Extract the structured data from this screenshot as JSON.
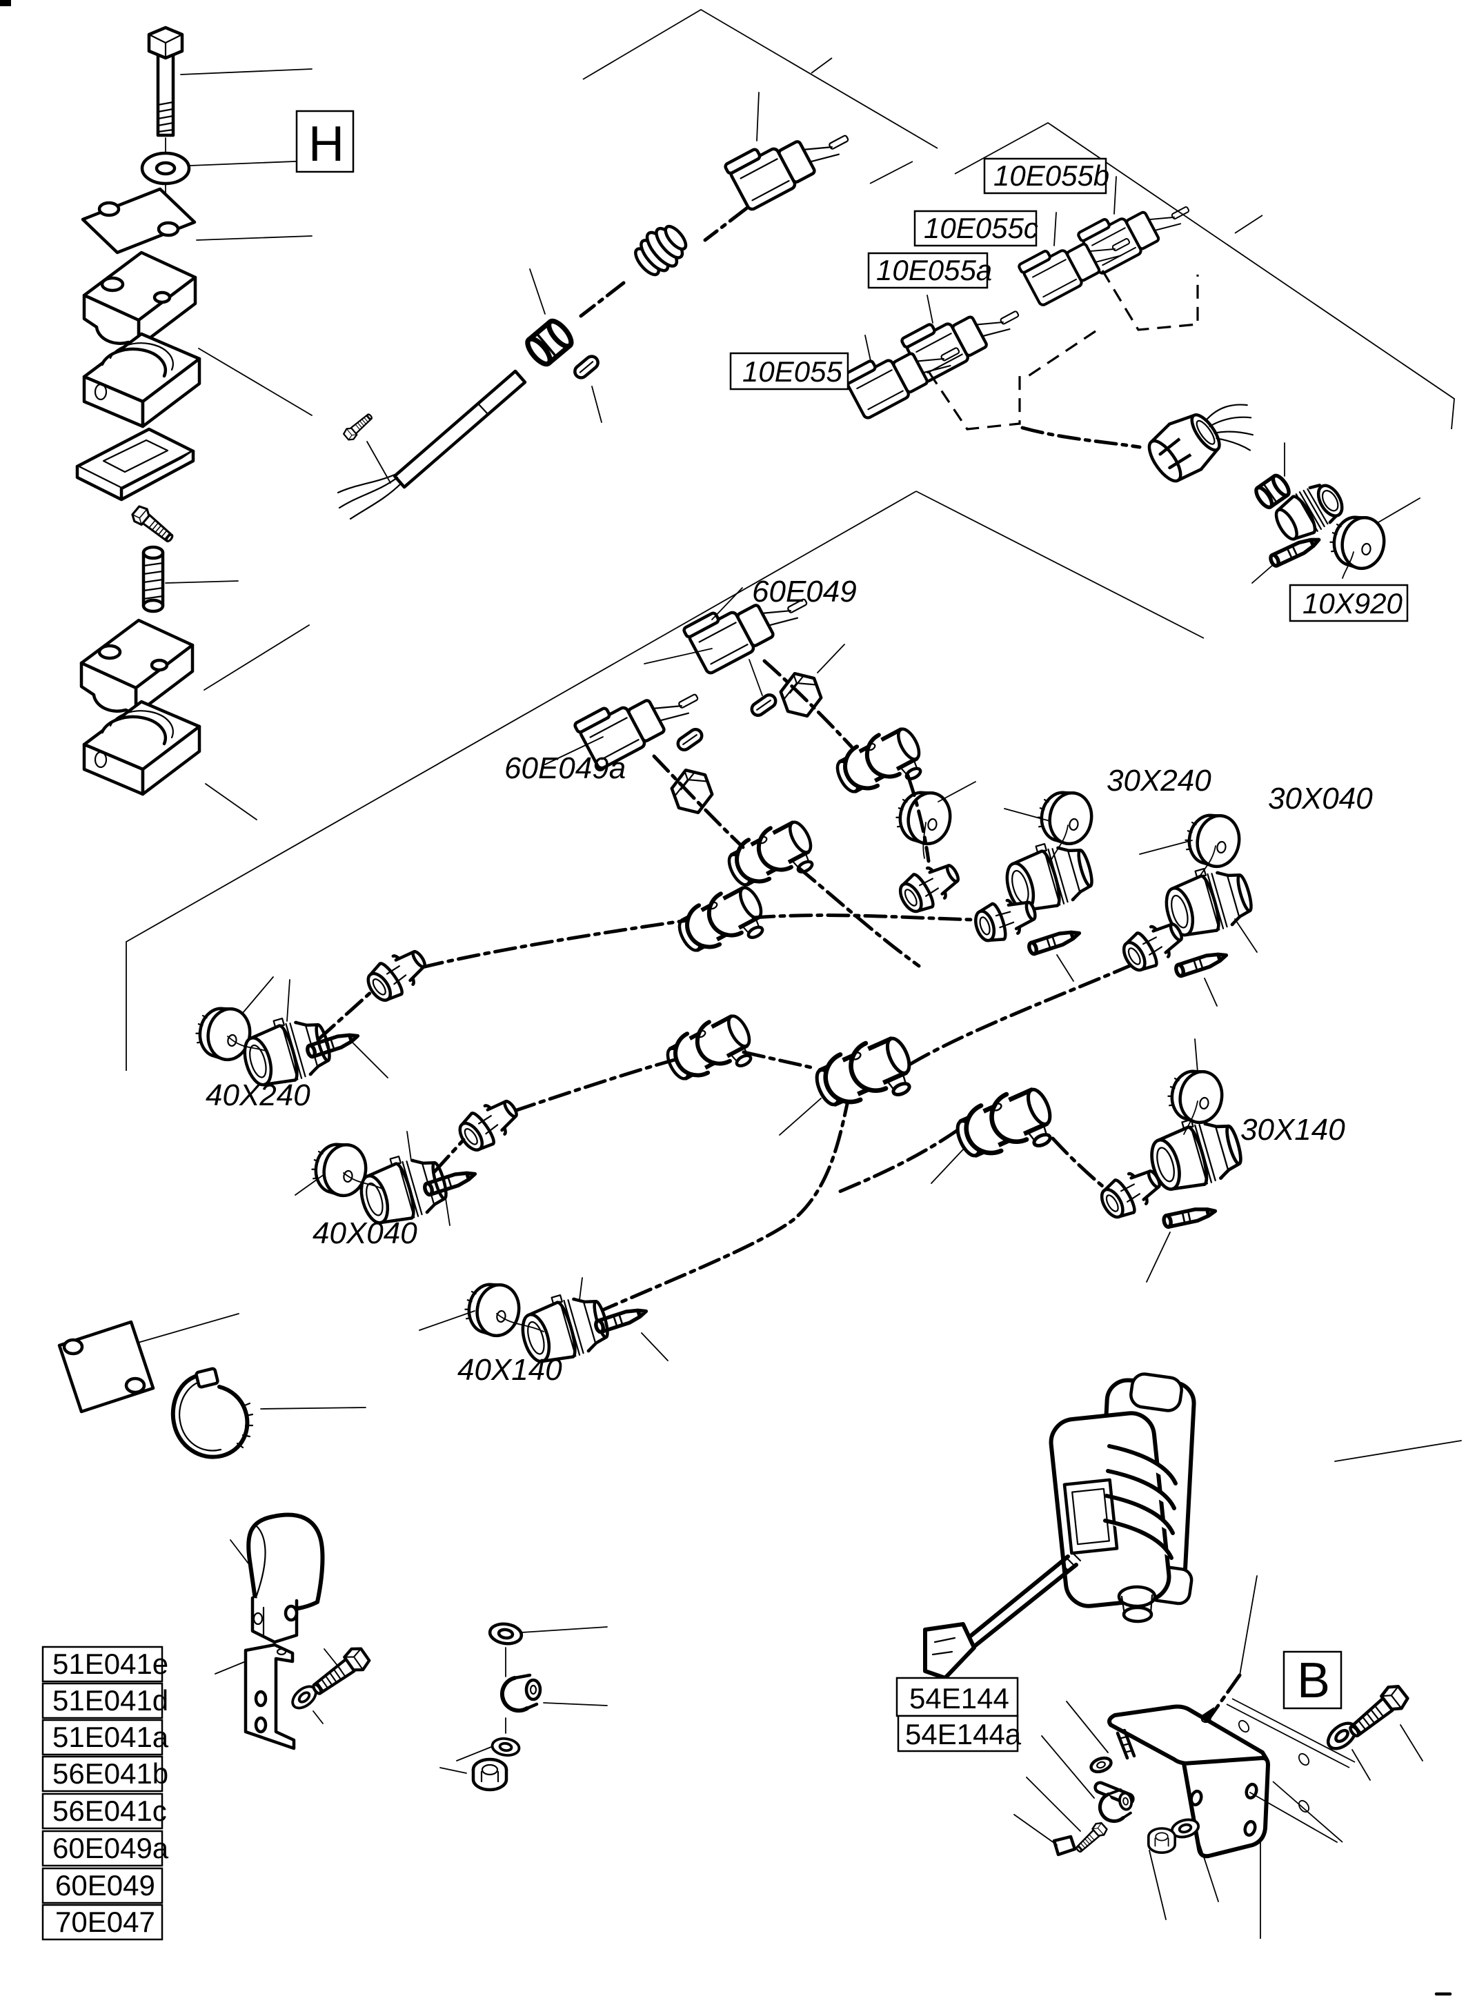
{
  "page": {
    "background": "#ffffff",
    "ink": "#000000",
    "type": "exploded-parts-diagram"
  },
  "markers": {
    "h": "H",
    "b": "B"
  },
  "callouts": {
    "c10E055": "10E055",
    "c10E055a": "10E055a",
    "c10E055b": "10E055b",
    "c10E055c": "10E055c",
    "c10X920": "10X920",
    "c60E049": "60E049",
    "c60E049a": "60E049a",
    "c30X240": "30X240",
    "c30X040": "30X040",
    "c30X140": "30X140",
    "c40X240": "40X240",
    "c40X040": "40X040",
    "c40X140": "40X140",
    "c54E144": "54E144",
    "c54E144a": "54E144a"
  },
  "legend": [
    "51E041e",
    "51E041d",
    "51E041a",
    "56E041b",
    "56E041c",
    "60E049a",
    "60E049",
    "70E047"
  ]
}
